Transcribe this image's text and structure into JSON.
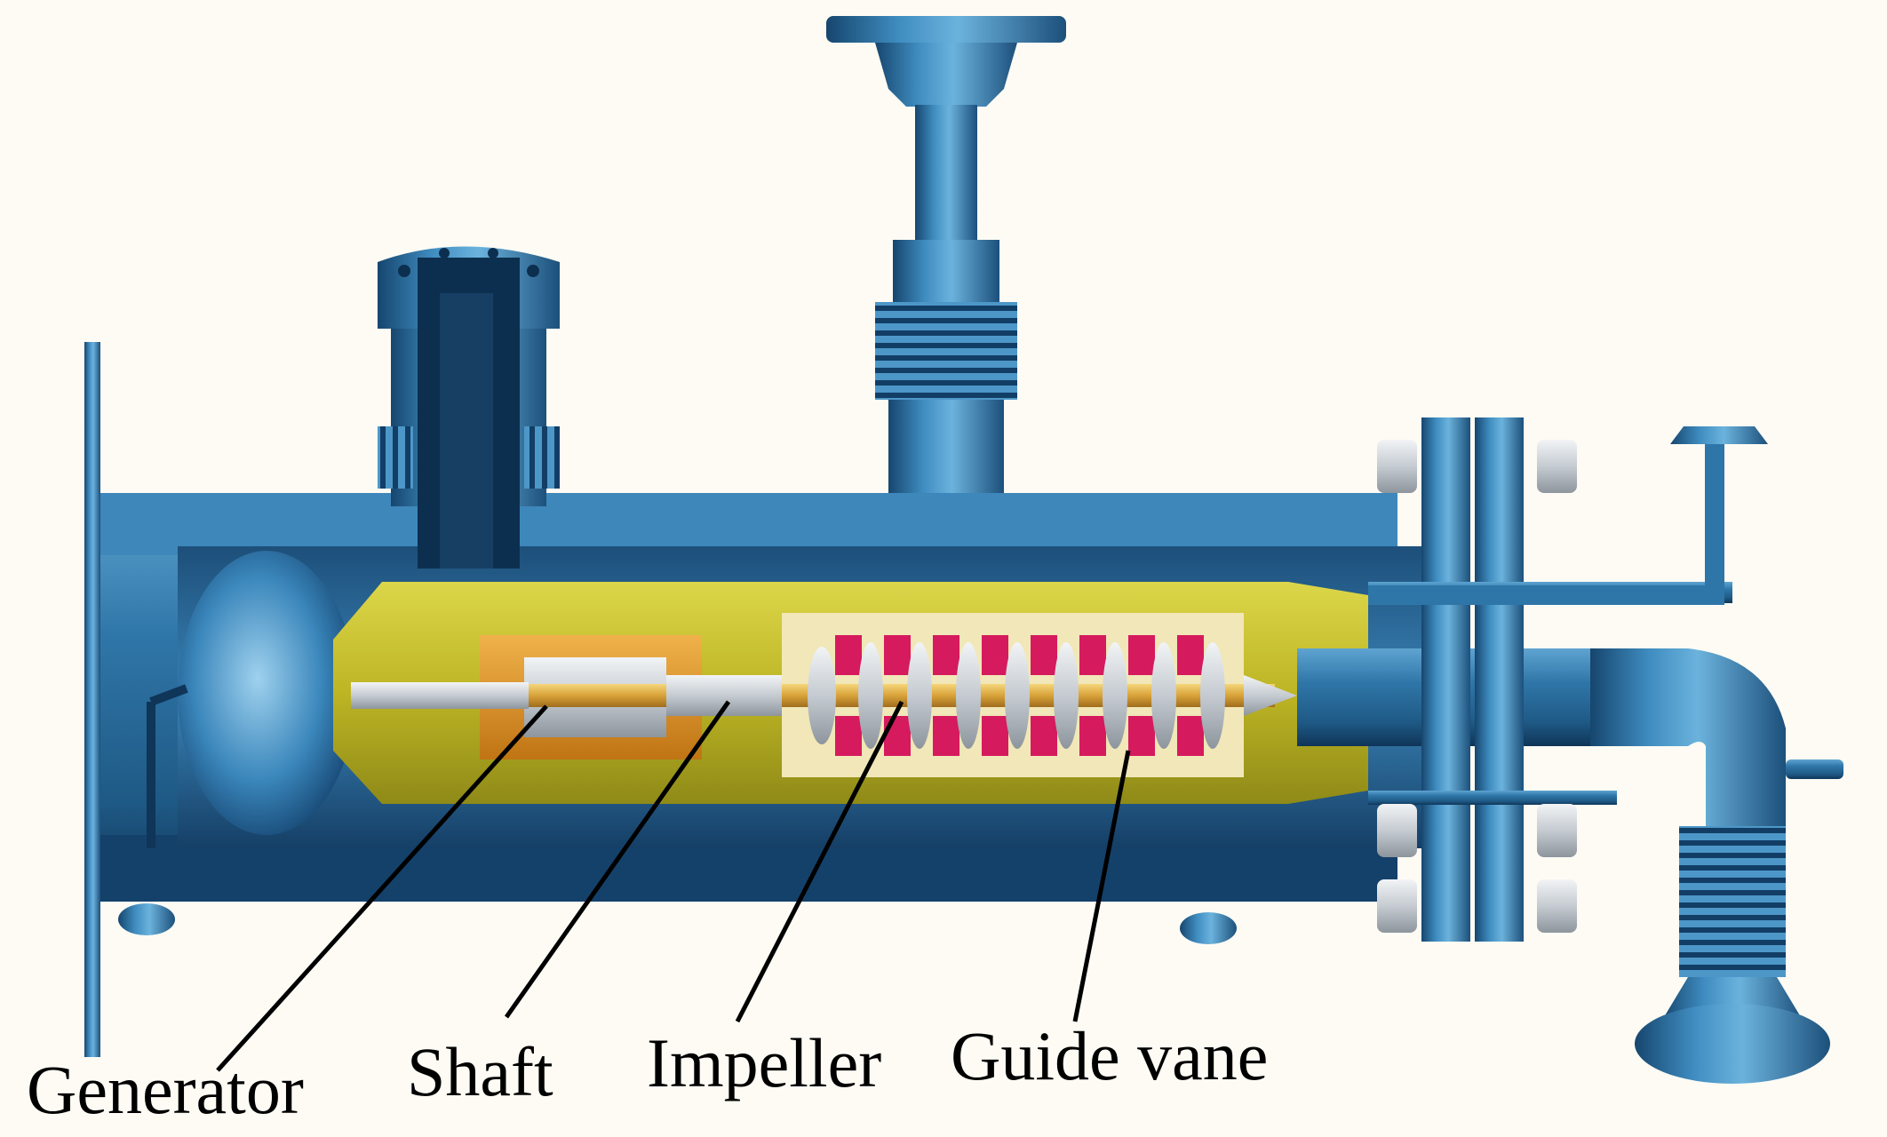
{
  "labels": {
    "generator": "Generator",
    "shaft": "Shaft",
    "impeller": "Impeller",
    "guide_vane": "Guide vane"
  },
  "colors": {
    "background": "#fdfbf4",
    "casing_blue": "#2e6f9e",
    "casing_dark": "#123a5c",
    "inner_yellow": "#c7c12a",
    "impeller_red": "#d61a5e",
    "shaft_gold": "#d9a23a",
    "metal_light": "#d8dde2"
  },
  "icons": [
    "flange",
    "bolt",
    "bellows",
    "elbow-pipe"
  ]
}
